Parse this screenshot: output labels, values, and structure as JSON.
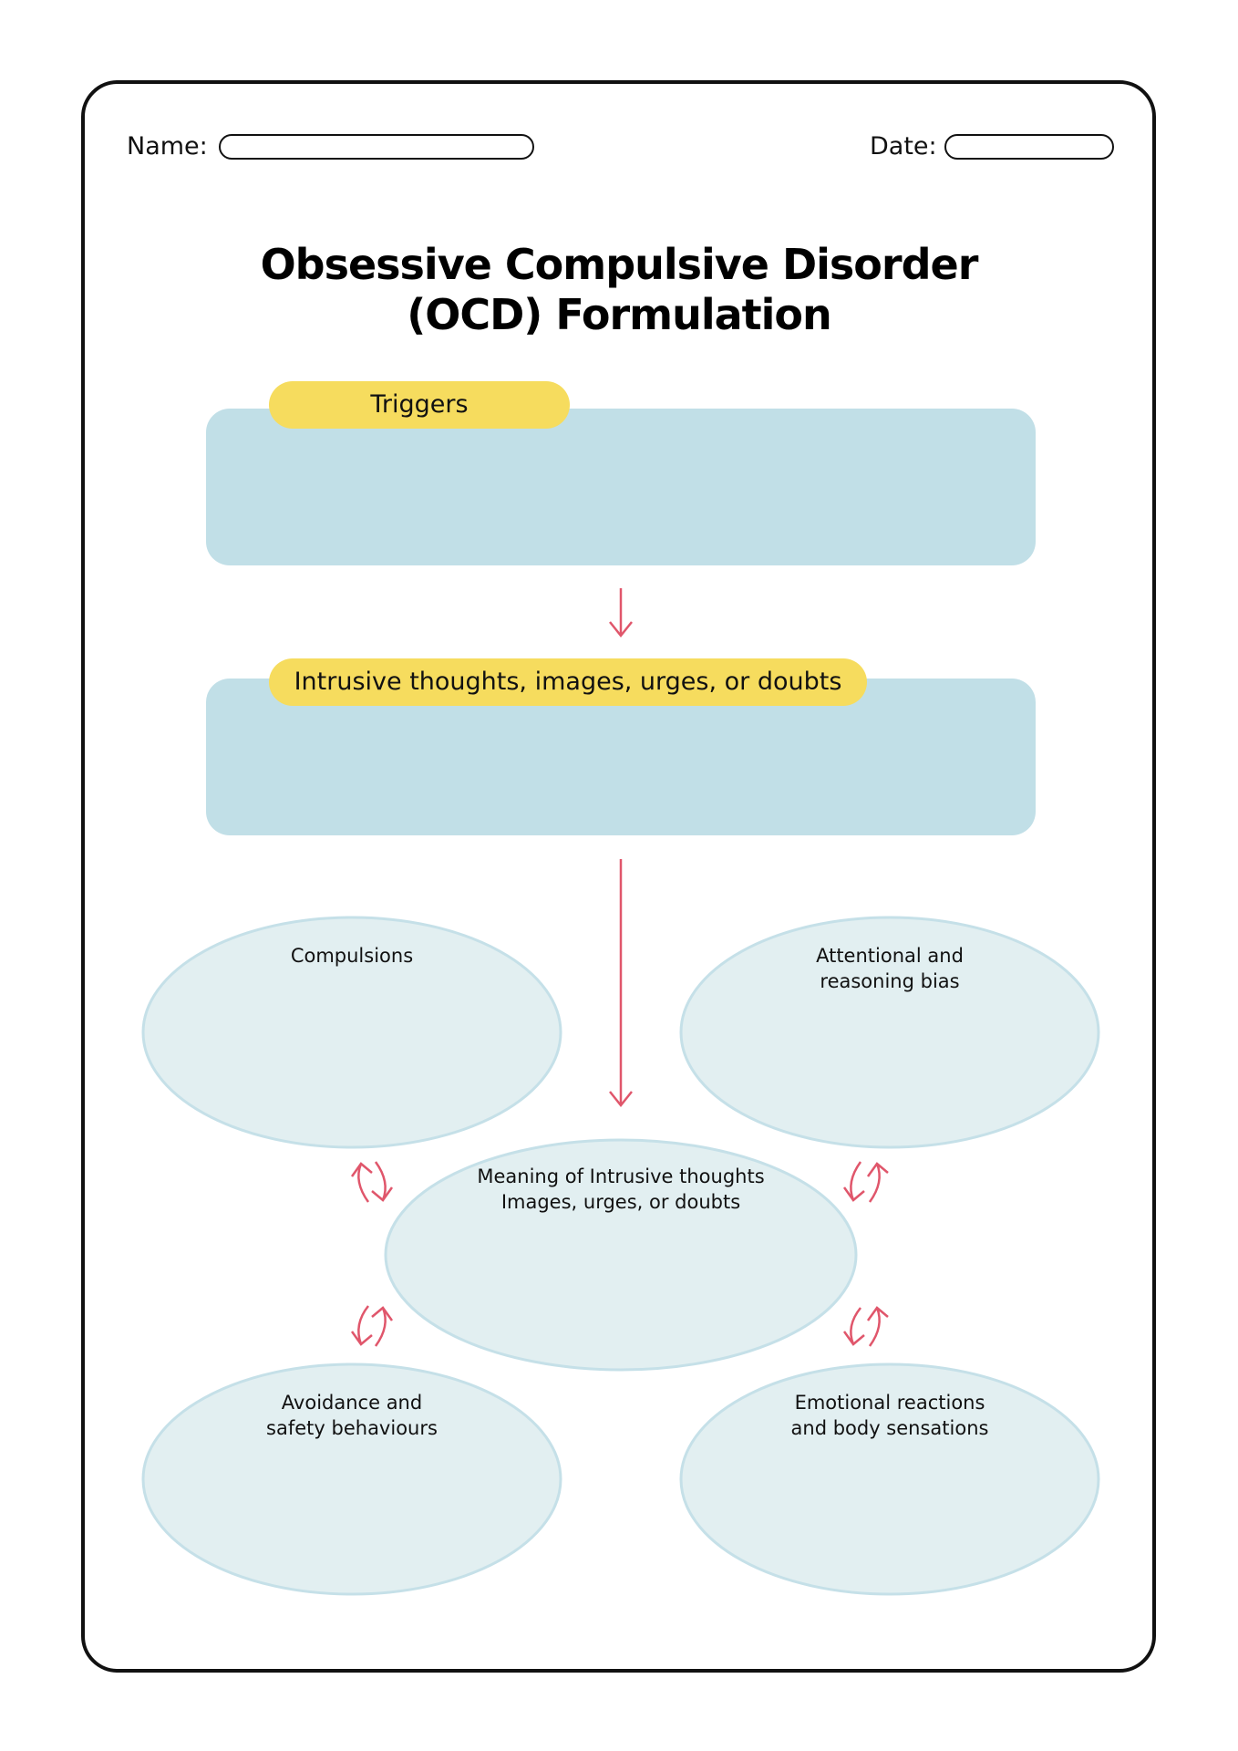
{
  "header": {
    "name_label": "Name:",
    "date_label": "Date:"
  },
  "title": {
    "line1": "Obsessive Compulsive Disorder",
    "line2": "(OCD) Formulation"
  },
  "sections": {
    "triggers": "Triggers",
    "intrusive": "Intrusive thoughts, images, urges, or doubts"
  },
  "ellipses": {
    "compulsions": "Compulsions",
    "attentional_line1": "Attentional and",
    "attentional_line2": "reasoning bias",
    "meaning_line1": "Meaning of Intrusive thoughts",
    "meaning_line2": "Images, urges, or doubts",
    "avoidance_line1": "Avoidance and",
    "avoidance_line2": "safety behaviours",
    "emotional_line1": "Emotional reactions",
    "emotional_line2": "and body sensations"
  },
  "colors": {
    "box_fill": "#c1dfe7",
    "pill_fill": "#f6dc5e",
    "ellipse_fill": "#e2eff1",
    "ellipse_stroke": "#c5e0e8",
    "arrow": "#e0566b"
  }
}
